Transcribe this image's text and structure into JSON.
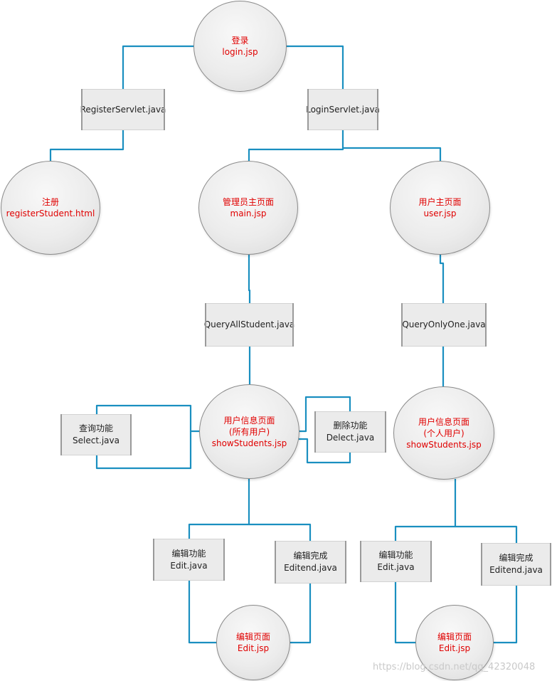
{
  "nodes": {
    "login": {
      "line1": "登录",
      "line2": "login.jsp"
    },
    "register": {
      "line1": "注册",
      "line2": "registerStudent.html"
    },
    "admin": {
      "line1": "管理员主页面",
      "line2": "main.jsp"
    },
    "user": {
      "line1": "用户主页面",
      "line2": "user.jsp"
    },
    "show_all": {
      "line1": "用户信息页面",
      "line2": "(所有用户)",
      "line3": "showStudents.jsp"
    },
    "show_one": {
      "line1": "用户信息页面",
      "line2": "(个人用户)",
      "line3": "showStudents.jsp"
    },
    "edit_page_left": {
      "line1": "编辑页面",
      "line2": "Edit.jsp"
    },
    "edit_page_right": {
      "line1": "编辑页面",
      "line2": "Edit.jsp"
    }
  },
  "servlets": {
    "register_servlet": {
      "line1": "RegisterServlet.java"
    },
    "login_servlet": {
      "line1": "LoginServlet.java"
    },
    "query_all": {
      "line1": "QueryAllStudent.java"
    },
    "query_one": {
      "line1": "QueryOnlyOne.java"
    },
    "select": {
      "line1": "查询功能",
      "line2": "Select.java"
    },
    "delete": {
      "line1": "删除功能",
      "line2": "Delect.java"
    },
    "edit_left": {
      "line1": "编辑功能",
      "line2": "Edit.java"
    },
    "editend_left": {
      "line1": "编辑完成",
      "line2": "Editend.java"
    },
    "edit_right": {
      "line1": "编辑功能",
      "line2": "Edit.java"
    },
    "editend_right": {
      "line1": "编辑完成",
      "line2": "Editend.java"
    }
  },
  "colors": {
    "connector": "#1a8fc0",
    "node_text": "#e00000",
    "box_text": "#222222"
  },
  "watermark": "https://blog.csdn.net/qq_42320048"
}
